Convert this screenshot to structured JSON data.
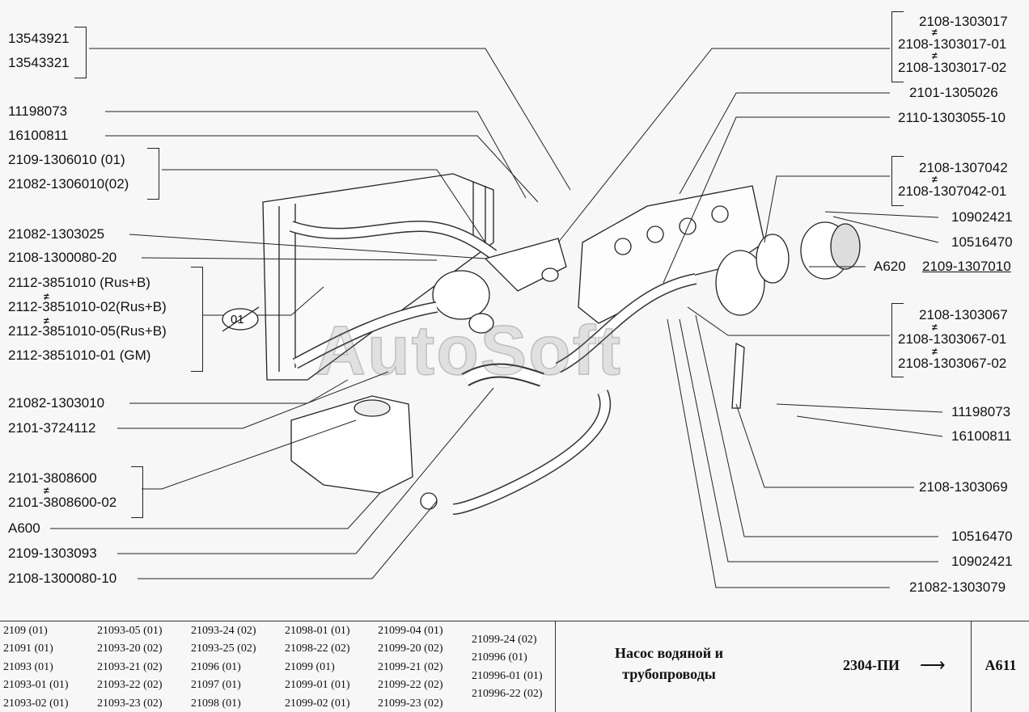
{
  "left_labels": [
    {
      "id": "l1",
      "text": "13543921"
    },
    {
      "id": "l2",
      "text": "13543321"
    },
    {
      "id": "l3",
      "text": "11198073"
    },
    {
      "id": "l4",
      "text": "16100811"
    },
    {
      "id": "l5",
      "text": "2109-1306010  (01)"
    },
    {
      "id": "l6",
      "text": "21082-1306010(02)"
    },
    {
      "id": "l7",
      "text": "21082-1303025"
    },
    {
      "id": "l8",
      "text": "2108-1300080-20"
    },
    {
      "id": "l9",
      "text": "2112-3851010      (Rus+B)"
    },
    {
      "id": "l10",
      "text": "2112-3851010-02(Rus+B)"
    },
    {
      "id": "l11",
      "text": "2112-3851010-05(Rus+B)"
    },
    {
      "id": "l12",
      "text": "2112-3851010-01     (GM)"
    },
    {
      "id": "l13",
      "text": "21082-1303010"
    },
    {
      "id": "l14",
      "text": "2101-3724112"
    },
    {
      "id": "l15",
      "text": "2101-3808600"
    },
    {
      "id": "l16",
      "text": "2101-3808600-02"
    },
    {
      "id": "l17",
      "text": "A600"
    },
    {
      "id": "l18",
      "text": "2109-1303093"
    },
    {
      "id": "l19",
      "text": "2108-1300080-10"
    }
  ],
  "right_labels": [
    {
      "id": "r1",
      "text": "2108-1303017"
    },
    {
      "id": "r2",
      "text": "2108-1303017-01"
    },
    {
      "id": "r3",
      "text": "2108-1303017-02"
    },
    {
      "id": "r4",
      "text": "2101-1305026"
    },
    {
      "id": "r5",
      "text": "2110-1303055-10"
    },
    {
      "id": "r6",
      "text": "2108-1307042"
    },
    {
      "id": "r7",
      "text": "2108-1307042-01"
    },
    {
      "id": "r8",
      "text": "10902421"
    },
    {
      "id": "r9",
      "text": "10516470"
    },
    {
      "id": "r10",
      "text": "A620"
    },
    {
      "id": "r11",
      "text": "2109-1307010"
    },
    {
      "id": "r12",
      "text": "2108-1303067"
    },
    {
      "id": "r13",
      "text": "2108-1303067-01"
    },
    {
      "id": "r14",
      "text": "2108-1303067-02"
    },
    {
      "id": "r15",
      "text": "11198073"
    },
    {
      "id": "r16",
      "text": "16100811"
    },
    {
      "id": "r17",
      "text": "2108-1303069"
    },
    {
      "id": "r18",
      "text": "10516470"
    },
    {
      "id": "r19",
      "text": "10902421"
    },
    {
      "id": "r20",
      "text": "21082-1303079"
    }
  ],
  "callout_01": "01",
  "neq_symbol": "≠",
  "watermark": "AutoSoft",
  "models": [
    [
      "2109 (01)",
      "21091 (01)",
      "21093 (01)",
      "21093-01 (01)",
      "21093-02 (01)"
    ],
    [
      "21093-05 (01)",
      "21093-20 (02)",
      "21093-21 (02)",
      "21093-22 (02)",
      "21093-23 (02)"
    ],
    [
      "21093-24 (02)",
      "21093-25 (02)",
      "21096 (01)",
      "21097 (01)",
      "21098 (01)"
    ],
    [
      "21098-01 (01)",
      "21098-22 (02)",
      "21099 (01)",
      "21099-01 (01)",
      "21099-02 (01)"
    ],
    [
      "21099-04 (01)",
      "21099-20 (02)",
      "21099-21 (02)",
      "21099-22 (02)",
      "21099-23 (02)"
    ],
    [
      "21099-24 (02)",
      "210996 (01)",
      "210996-01 (01)",
      "210996-22 (02)"
    ]
  ],
  "title_line1": "Насос водяной и",
  "title_line2": "трубопроводы",
  "section_code": "2304-ПИ",
  "arrow_glyph": "⟶",
  "page_code": "A611"
}
